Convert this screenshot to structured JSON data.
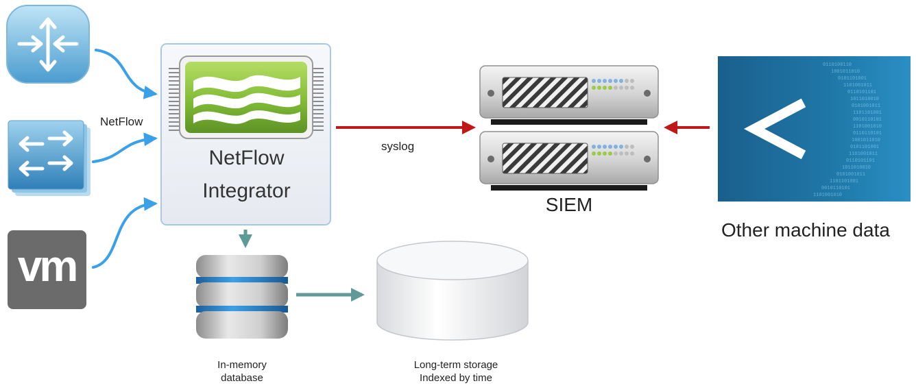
{
  "labels": {
    "netflow": "NetFlow",
    "syslog": "syslog",
    "integrator_line1": "NetFlow",
    "integrator_line2": "Integrator",
    "siem": "SIEM",
    "other_machine_data": "Other machine data",
    "in_memory_line1": "In-memory",
    "in_memory_line2": "database",
    "long_term_line1": "Long-term storage",
    "long_term_line2": "Indexed by time"
  },
  "icons": {
    "router": "router-icon",
    "switch": "switch-icon",
    "vmware": "vmware-icon",
    "vmware_text": "vm",
    "integrator_logo": "waves-chip-icon",
    "siem": "server-stack-icon",
    "machine_data": "binary-stream-icon",
    "in_memory": "database-stack-icon",
    "long_term": "cylinder-storage-icon"
  },
  "colors": {
    "flow_arrow": "#3aa0e8",
    "syslog_arrow": "#c01818",
    "storage_arrow": "#5f9a98",
    "integrator_panel": "#eef1f6",
    "integrator_border": "#a8c8e4",
    "chip_green": "#8cc63f",
    "machine_data_bg": "#1c6e9c",
    "db_band": "#2f86cc",
    "vm_bg": "#6b6b6b"
  }
}
